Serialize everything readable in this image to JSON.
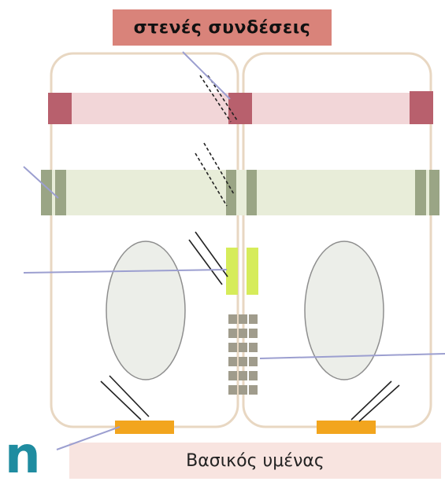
{
  "diagram": {
    "title": "στενές συνδέσεις",
    "basement_membrane_label": "Βασικός υμένας",
    "corner_glyph": "n"
  },
  "colors": {
    "title_background": "#d9837a",
    "tight_junction": "#b8606d",
    "tight_band": "#f2d6d8",
    "adherens_junction": "#9aa585",
    "adherens_band": "#e8edd9",
    "gap_junction": "#d6ec5a",
    "desmosome": "#a09c8c",
    "hemidesmosome": "#f2a51e",
    "basement_membrane": "#f8e4e0",
    "cell_outline": "#e8d7c2",
    "nucleus_fill": "#eceee9",
    "pointer_line": "#9c9fd0",
    "corner_glyph": "#1f8ca0"
  }
}
